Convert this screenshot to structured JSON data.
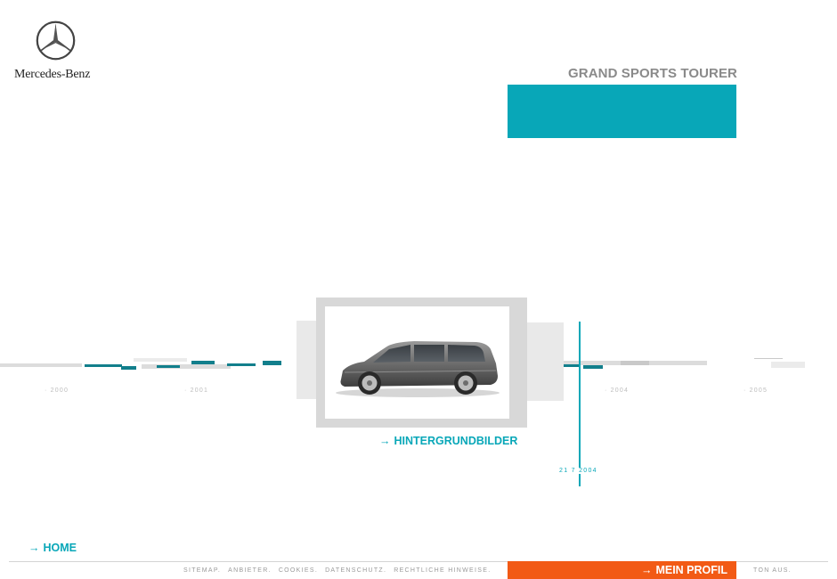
{
  "brand": {
    "name": "Mercedes-Benz",
    "logo_icon": "mercedes-star-icon"
  },
  "header": {
    "model_title": "GRAND SPORTS TOURER",
    "accent": "#08a7b8"
  },
  "timeline": {
    "years": [
      "· 2000",
      "· 2001",
      "· 2004",
      "· 2005"
    ],
    "current_date": "21 7 2004"
  },
  "main": {
    "background_link": "HINTERGRUNDBILDER",
    "link_icon": "arrow-right-icon"
  },
  "nav": {
    "home": "HOME"
  },
  "footer": {
    "links": [
      "SITEMAP.",
      "ANBIETER.",
      "COOKIES.",
      "DATENSCHUTZ.",
      "RECHTLICHE HINWEISE."
    ],
    "profile": "MEIN PROFIL",
    "sound": "TON AUS.",
    "profile_color": "#f25a15"
  }
}
